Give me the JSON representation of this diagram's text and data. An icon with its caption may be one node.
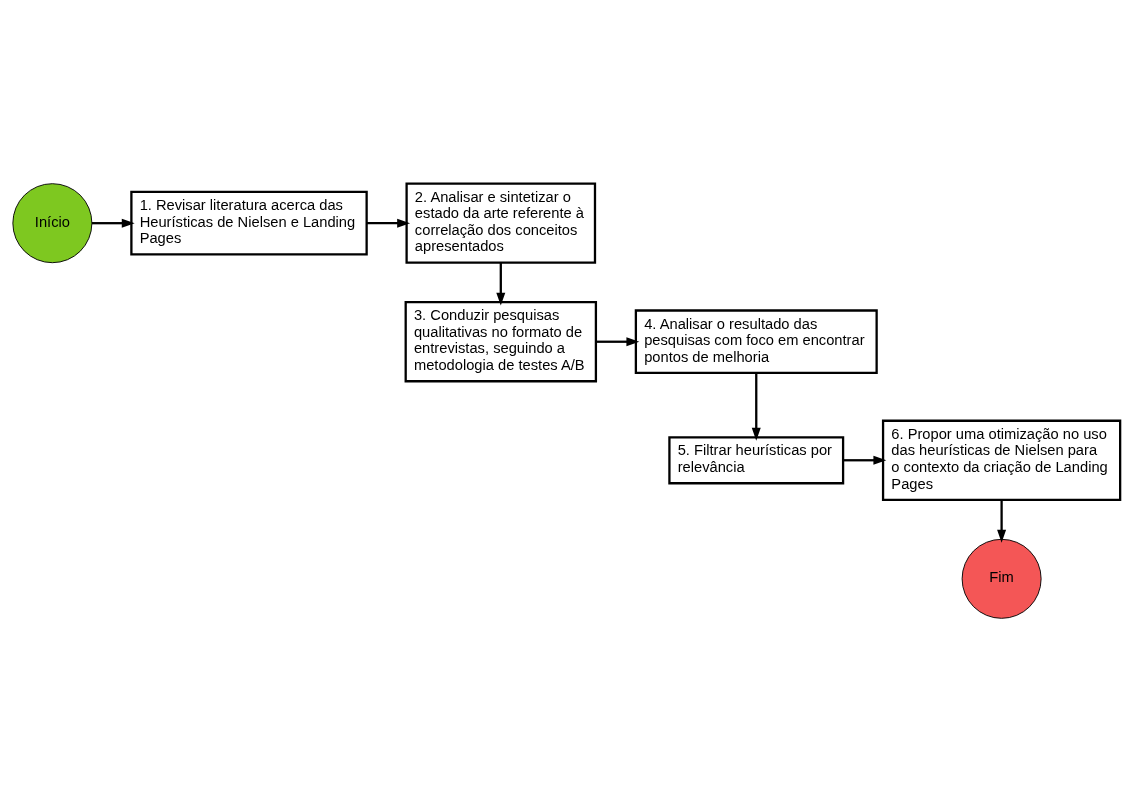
{
  "diagram": {
    "nodes": [
      {
        "text": [
          "Início"
        ]
      },
      {
        "text": [
          "1. Revisar literatura acerca das Heurísticas de Nielsen e Landing Pages"
        ]
      },
      {
        "text": [
          "2. Analisar e sintetizar o estado da arte referente à correlação dos conceitos apresentados"
        ]
      },
      {
        "text": [
          "3. Conduzir pesquisas qualitativas no formato de entrevistas, seguindo a metodologia de testes A/B"
        ]
      },
      {
        "text": [
          "4. Analisar o resultado das pesquisas com foco em encontrar pontos de melhoria"
        ]
      },
      {
        "text": [
          "5. Filtrar heurísticas por relevância"
        ]
      },
      {
        "text": [
          "6. Propor uma otimização no uso das heurísticas de Nielsen para o contexto da criação de Landing Pages"
        ]
      },
      {
        "text": [
          "Fim"
        ]
      }
    ],
    "edges": [
      {
        "from": 0,
        "to": 1,
        "arrow": "to"
      },
      {
        "from": 1,
        "to": 2,
        "arrow": "to"
      },
      {
        "from": 2,
        "to": 3,
        "arrow": "to"
      },
      {
        "from": 3,
        "to": 4,
        "arrow": "to"
      },
      {
        "from": 4,
        "to": 5,
        "arrow": "to"
      },
      {
        "from": 5,
        "to": 6,
        "arrow": "to"
      },
      {
        "from": 6,
        "to": 7,
        "arrow": "to"
      }
    ]
  }
}
